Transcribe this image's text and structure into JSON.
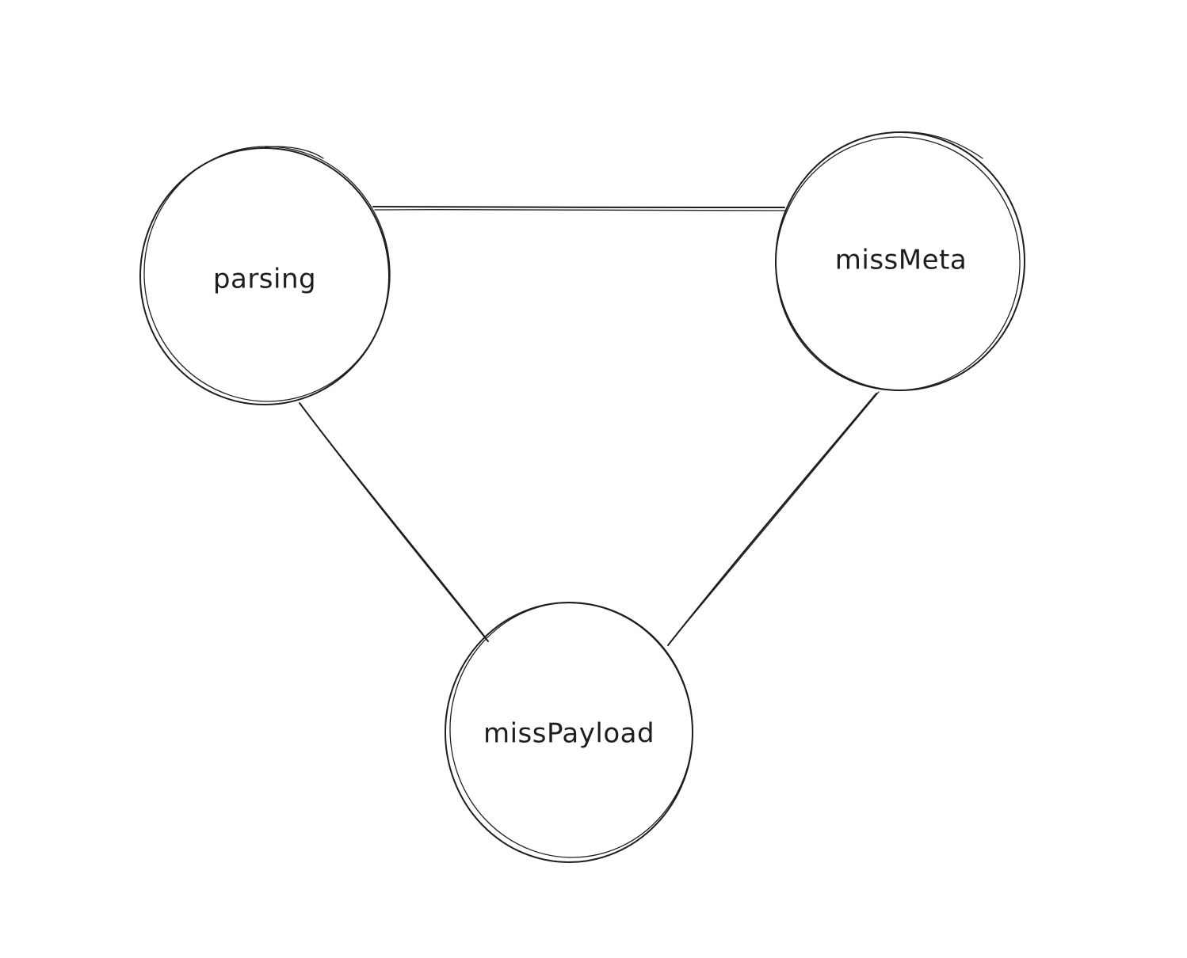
{
  "nodes": {
    "parsing": {
      "label": "parsing"
    },
    "miss_meta": {
      "label": "missMeta"
    },
    "miss_payload": {
      "label": "missPayload"
    }
  },
  "edges": [
    {
      "from": "parsing",
      "to": "missMeta"
    },
    {
      "from": "parsing",
      "to": "missPayload"
    },
    {
      "from": "missMeta",
      "to": "missPayload"
    }
  ],
  "colors": {
    "background": "#ffffff",
    "stroke": "#1e1e1e"
  }
}
